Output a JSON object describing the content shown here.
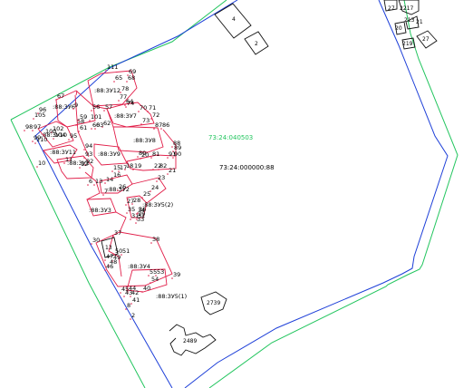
{
  "map": {
    "colors": {
      "outer_boundary": "#22c55e",
      "inner_boundary": "#1d3fd8",
      "parcel_lines": "#e11d48",
      "buildings": "#111111",
      "green_label": "#22c55e"
    },
    "quarter_labels": {
      "green": "73:24:040503",
      "black": "73:24:000000:88"
    },
    "zone_labels": {
      "zu12": ":88:ЗУ12",
      "zu6": ":88:ЗУ6",
      "zu7": ":88:ЗУ7",
      "zu10": ":88:ЗУ10",
      "zu8": ":88:ЗУ8",
      "zu11": ":88:ЗУ11",
      "zu9": ":88:ЗУ9",
      "zu1": ":88:ЗУ1",
      "zu2": ":88:ЗУ2",
      "zu3": ":88:ЗУ3",
      "zu5_2": ":88:ЗУ5(2)",
      "zu4": ":88:ЗУ4",
      "zu5_1": ":88:ЗУ5(1)"
    },
    "house_labels": {
      "h4": "4",
      "h2": "2",
      "h27": "27",
      "h21a": "21",
      "h13": "13",
      "h2739": "2739",
      "h2489": "2489",
      "corner_217": "2217",
      "corner_27": "27",
      "corner_213": "213",
      "corner_21": "21",
      "corner_20": "20",
      "corner_219": "219"
    },
    "point_labels": {
      "p111": "111",
      "p69": "69",
      "p65": "65",
      "p68": "68",
      "p67": "67",
      "p78": "78",
      "p96": "96",
      "p77": "77",
      "p64": "64",
      "p74": "74",
      "p105": "105",
      "p56": "56",
      "p57": "57",
      "p70": "70",
      "p71": "71",
      "p72": "72",
      "p98": "98",
      "p97": "97",
      "p58": "58",
      "p59": "59",
      "p101": "101",
      "p102": "102",
      "p60": "60",
      "p61": "61",
      "p62": "62",
      "p63": "63",
      "p73": "73",
      "p87": "87",
      "p86": "86",
      "p100": "100",
      "p104": "104",
      "p99": "99",
      "p95": "95",
      "p110": "110",
      "p88": "88",
      "p89": "89",
      "p94": "94",
      "p90": "90",
      "p81": "81",
      "p91": "91",
      "p80": "80",
      "p82": "82",
      "p11": "11",
      "p10": "10",
      "p93": "93",
      "p92": "92",
      "p12": "12",
      "p15": "15",
      "p17": "17",
      "p18": "18",
      "p19": "19",
      "p20": "20",
      "p22": "22",
      "p23": "23",
      "p13": "13",
      "p14": "14",
      "p16": "16",
      "p24": "24",
      "p26": "26",
      "p25": "25",
      "p6": "6",
      "p7": "7",
      "p27": "27",
      "p28": "28",
      "p35": "35",
      "p36": "36",
      "p29": "29",
      "p31": "31",
      "p32": "32",
      "p33": "33",
      "p34": "34",
      "p38": "38",
      "p37": "37",
      "p30": "30",
      "p50": "50",
      "p51": "51",
      "p47": "47",
      "p49": "49",
      "p48": "48",
      "p46": "46",
      "p55": "55",
      "p53": "53",
      "p39": "39",
      "p54": "54",
      "p45": "45",
      "p44": "44",
      "p43": "43",
      "p42": "42",
      "p41": "41",
      "p40": "40",
      "p8": "8",
      "p2": "2",
      "p21": "21",
      "p9": "9"
    }
  }
}
